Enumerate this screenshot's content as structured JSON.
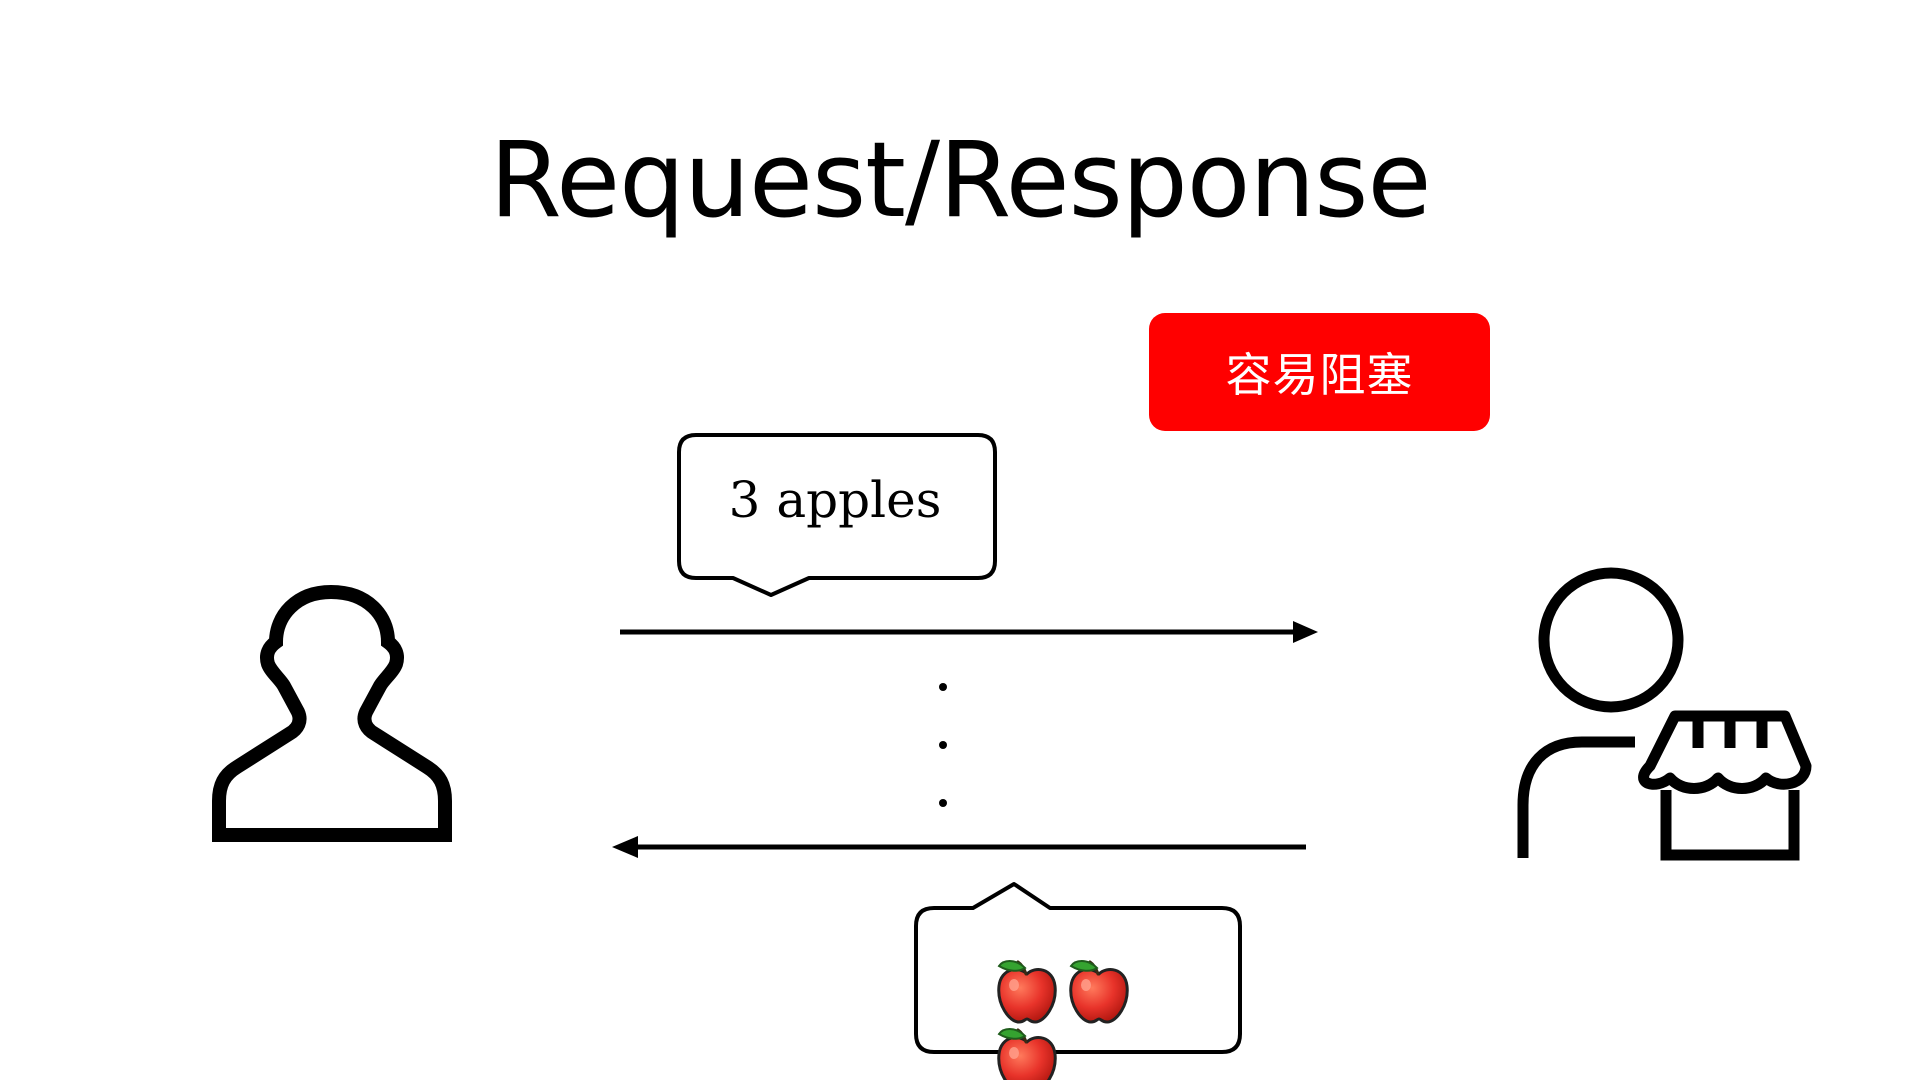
{
  "slide": {
    "title": "Request/Response",
    "badge": {
      "label": "容易阻塞",
      "color": "#ff0000"
    },
    "request": {
      "label": "3 apples"
    },
    "response": {
      "item_icon": "apple-icon",
      "item_count": 3
    },
    "actors": {
      "client_icon": "person-icon",
      "server_icon": "shop-owner-icon"
    }
  }
}
